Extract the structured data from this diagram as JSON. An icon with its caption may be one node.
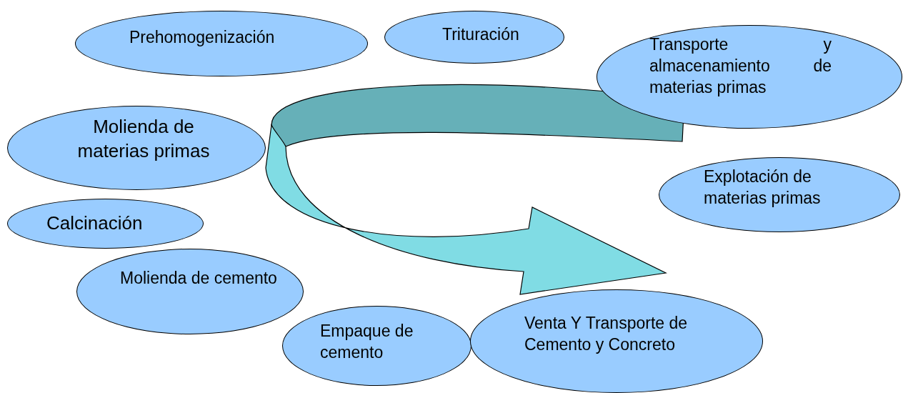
{
  "diagram": {
    "nodes": [
      {
        "text": [
          "Prehomogenización"
        ]
      },
      {
        "text": [
          "Trituración"
        ]
      },
      {
        "text": [
          "Transporte y almacenamiento de materias primas"
        ]
      },
      {
        "text": [
          "Molienda de materias primas"
        ]
      },
      {
        "text": [
          "Explotación de materias primas"
        ]
      },
      {
        "text": [
          "Calcinación"
        ]
      },
      {
        "text": [
          "Molienda de cemento"
        ]
      },
      {
        "text": [
          "Empaque de cemento"
        ]
      },
      {
        "text": [
          "Venta Y Transporte de Cemento y Concreto"
        ]
      }
    ],
    "edges": []
  }
}
